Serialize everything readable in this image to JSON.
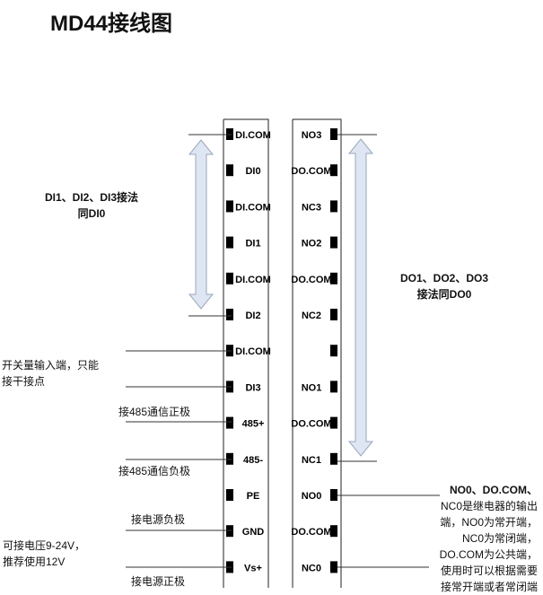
{
  "title": "MD44接线图",
  "left_terminals": [
    "DI.COM",
    "DI0",
    "DI.COM",
    "DI1",
    "DI.COM",
    "DI2",
    "DI.COM",
    "DI3",
    "485+",
    "485-",
    "PE",
    "GND",
    "Vs+"
  ],
  "right_terminals": [
    "NO3",
    "DO.COM",
    "NC3",
    "NO2",
    "DO.COM",
    "NC2",
    "",
    "NO1",
    "DO.COM",
    "NC1",
    "NO0",
    "DO.COM",
    "NC0"
  ],
  "notes": {
    "di_group": [
      "DI1、DI2、DI3接法",
      "同DI0"
    ],
    "do_group": [
      "DO1、DO2、DO3",
      "接法同DO0"
    ],
    "switch_input": [
      "开关量输入端，只能",
      "接干接点"
    ],
    "rs485_pos": "接485通信正极",
    "rs485_neg": "接485通信负极",
    "power_neg": "接电源负极",
    "voltage": [
      "可接电压9-24V，",
      "推荐使用12V"
    ],
    "power_pos": "接电源正极",
    "relay": [
      "NO0、DO.COM、",
      "NC0是继电器的输出",
      "端，NO0为常开端，",
      "NC0为常闭端，",
      "DO.COM为公共端，",
      "使用时可以根据需要",
      "接常开端或者常闭端"
    ]
  },
  "colors": {
    "arrow_fill": "#dde6f2",
    "arrow_stroke": "#9aa7bb",
    "line": "#333333"
  }
}
